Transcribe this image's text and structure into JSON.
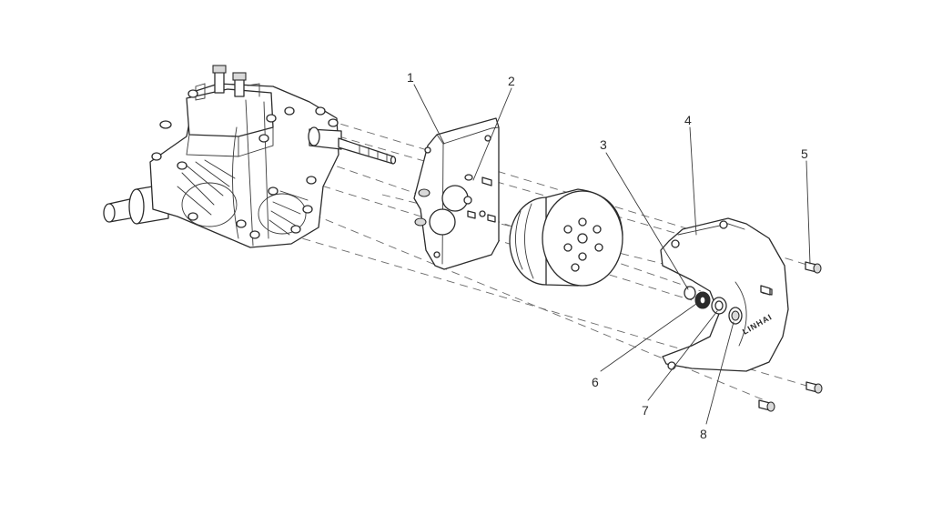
{
  "callouts": [
    "1",
    "2",
    "3",
    "4",
    "5",
    "6",
    "7",
    "8"
  ],
  "cover_logo": "LINHAI"
}
